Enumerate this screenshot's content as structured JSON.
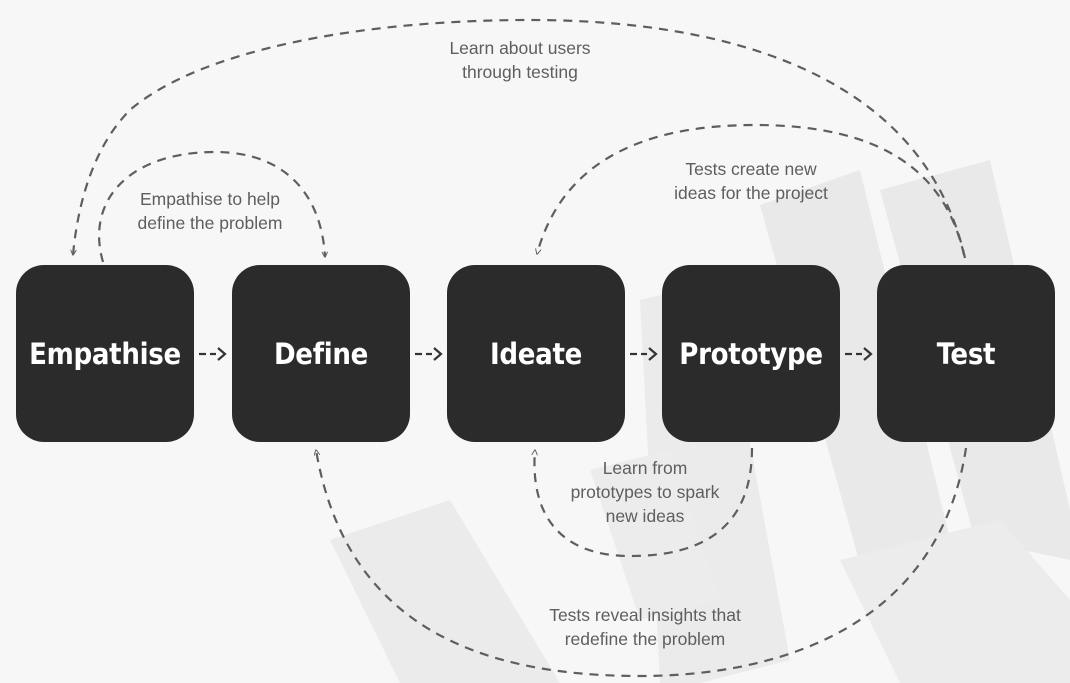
{
  "stages": [
    {
      "label": "Empathise"
    },
    {
      "label": "Define"
    },
    {
      "label": "Ideate"
    },
    {
      "label": "Prototype"
    },
    {
      "label": "Test"
    }
  ],
  "connectors": [
    "-->",
    "-->",
    "-->",
    "-->"
  ],
  "annotations": {
    "learn_users": [
      "Learn about users",
      "through testing"
    ],
    "empathise_help": [
      "Empathise to help",
      "define the problem"
    ],
    "tests_create": [
      "Tests create new",
      "ideas for the project"
    ],
    "learn_prototypes": [
      "Learn from",
      "prototypes to spark",
      "new ideas"
    ],
    "tests_reveal": [
      "Tests reveal insights that",
      "redefine the problem"
    ]
  },
  "colors": {
    "background": "#f7f7f7",
    "stage_box": "#2b2b2b",
    "stage_text": "#ffffff",
    "annotation_text": "#5e5e5e",
    "dashed_arrow": "#5e5e5e",
    "watermark": "#e9e9e9"
  }
}
